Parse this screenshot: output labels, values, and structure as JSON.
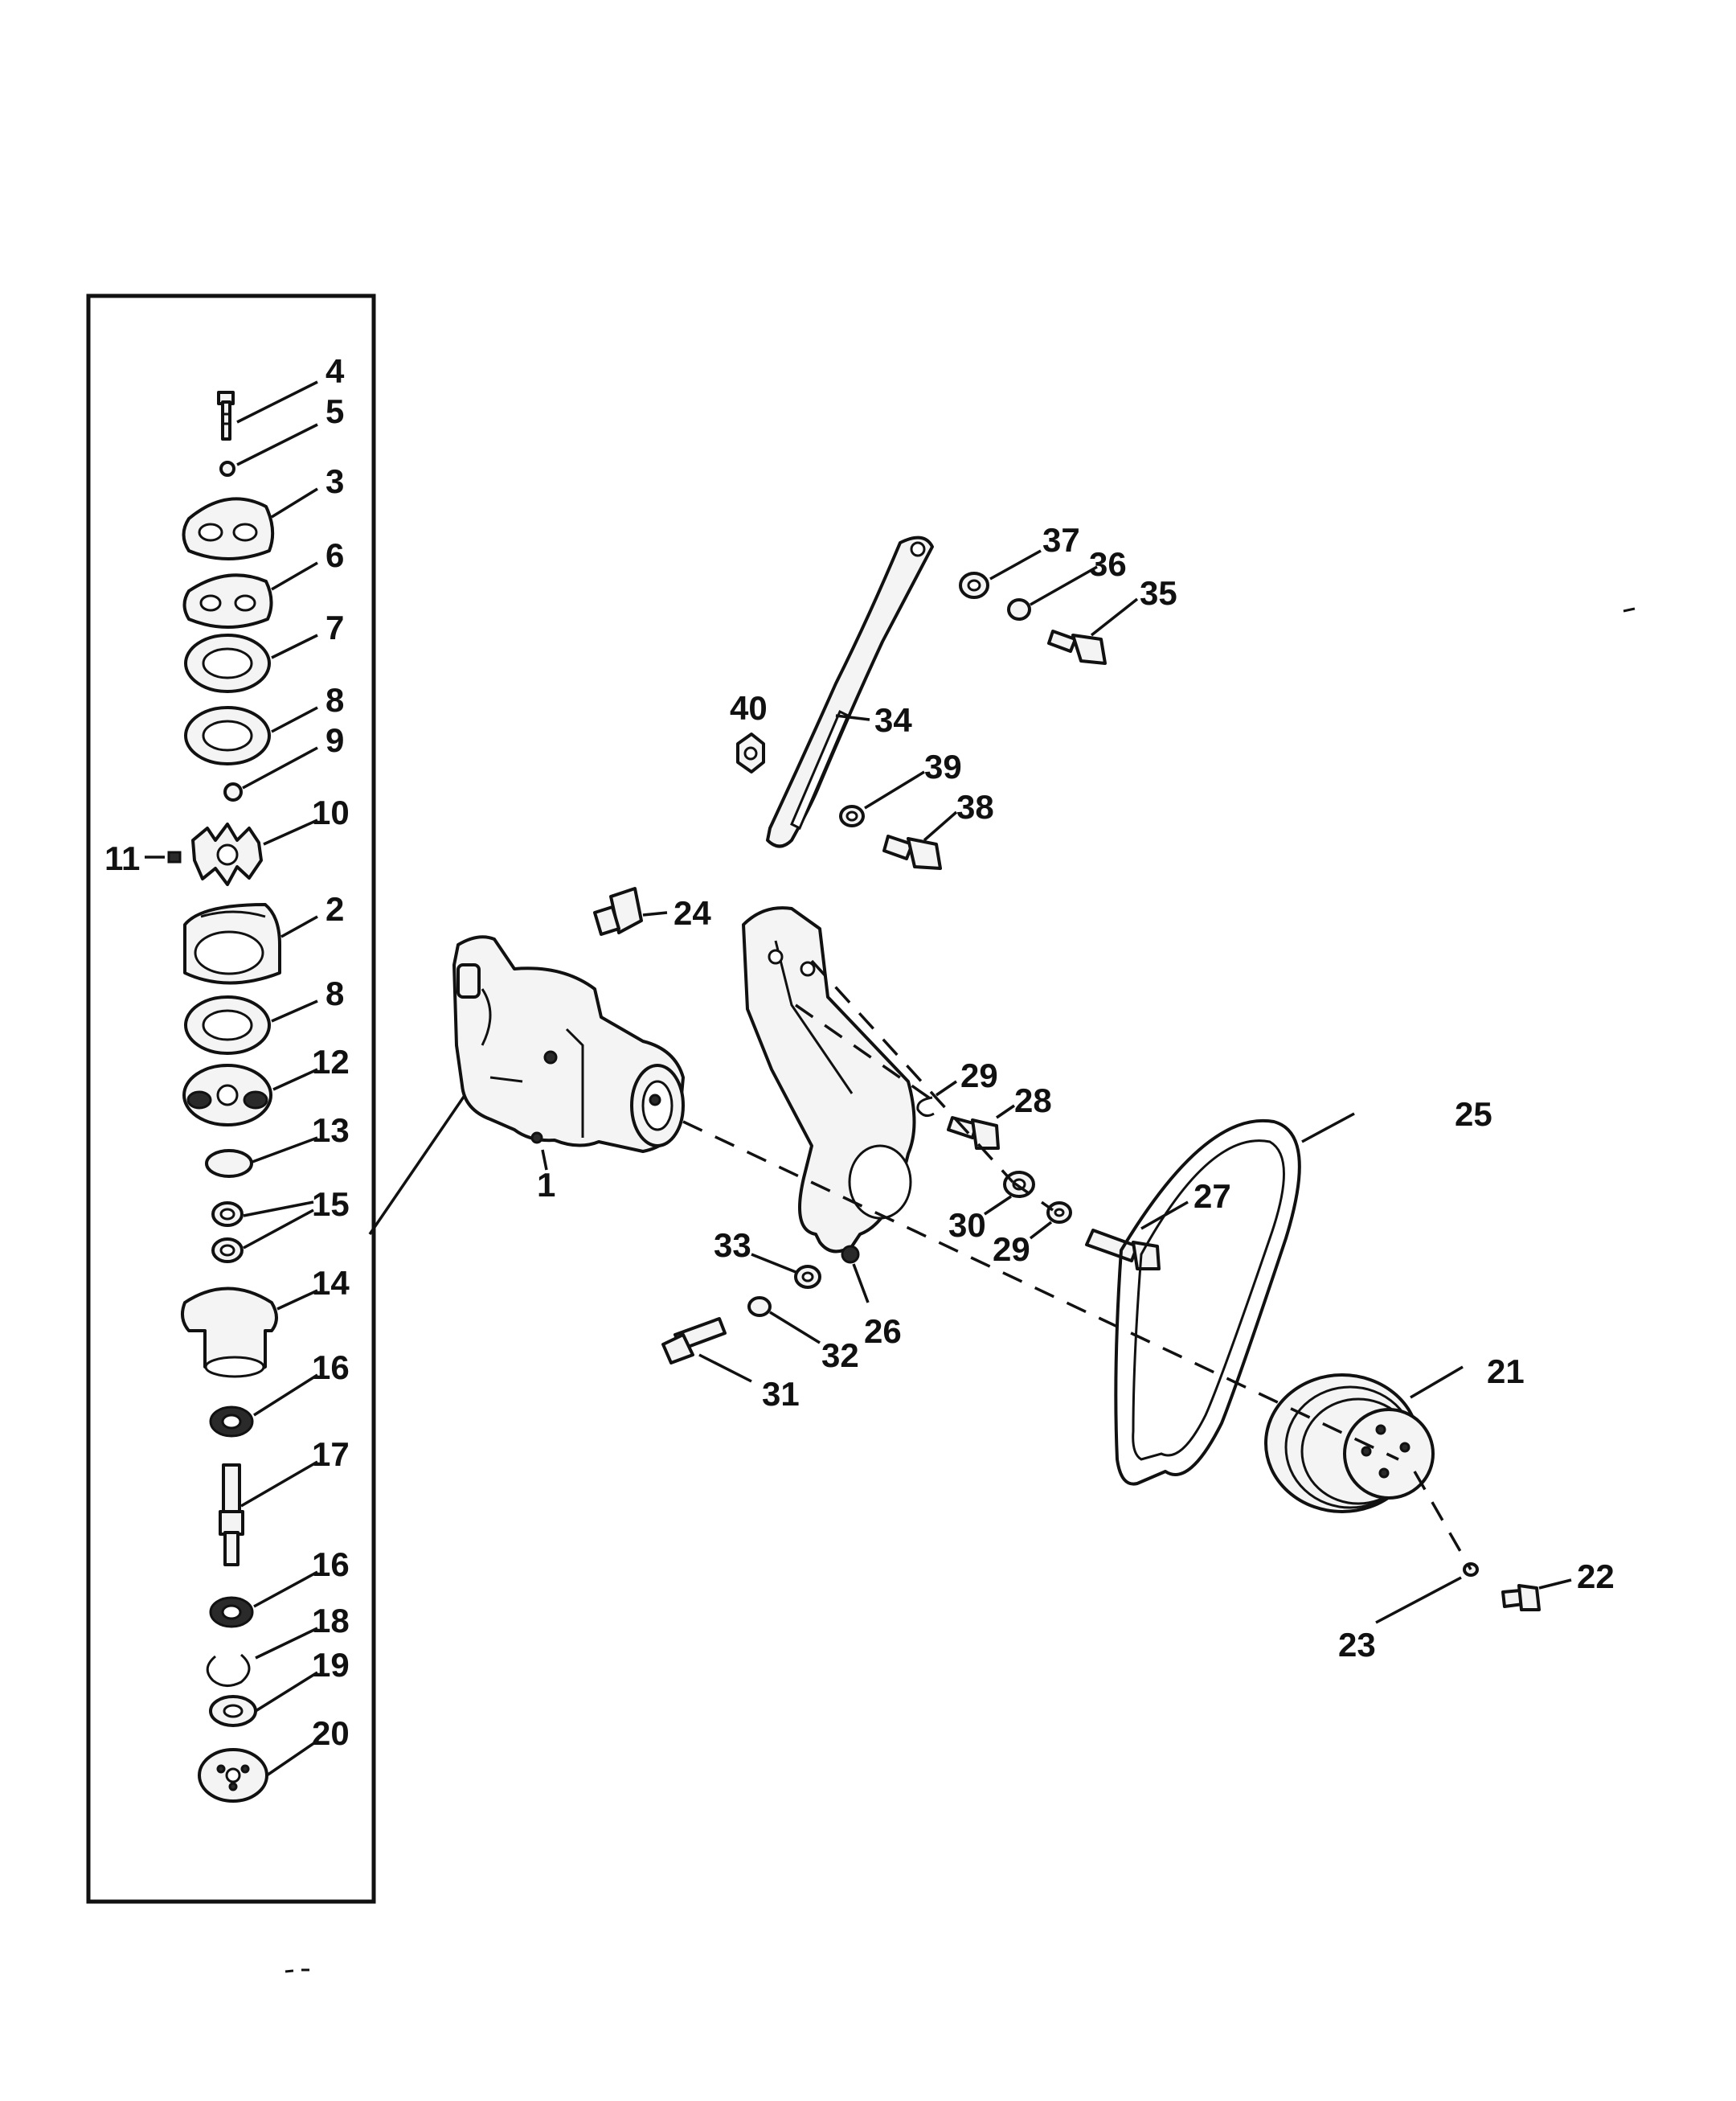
{
  "callouts": {
    "c1": "1",
    "c2": "2",
    "c3": "3",
    "c4": "4",
    "c5": "5",
    "c6": "6",
    "c7": "7",
    "c8a": "8",
    "c8b": "8",
    "c9": "9",
    "c10": "10",
    "c11": "11",
    "c12": "12",
    "c13": "13",
    "c14": "14",
    "c15": "15",
    "c16a": "16",
    "c16b": "16",
    "c17": "17",
    "c18": "18",
    "c19": "19",
    "c20": "20",
    "c21": "21",
    "c22": "22",
    "c23": "23",
    "c24": "24",
    "c25": "25",
    "c26": "26",
    "c27": "27",
    "c28": "28",
    "c29a": "29",
    "c29b": "29",
    "c30": "30",
    "c31": "31",
    "c32": "32",
    "c33": "33",
    "c34": "34",
    "c35": "35",
    "c36": "36",
    "c37": "37",
    "c38": "38",
    "c39": "39",
    "c40": "40"
  }
}
